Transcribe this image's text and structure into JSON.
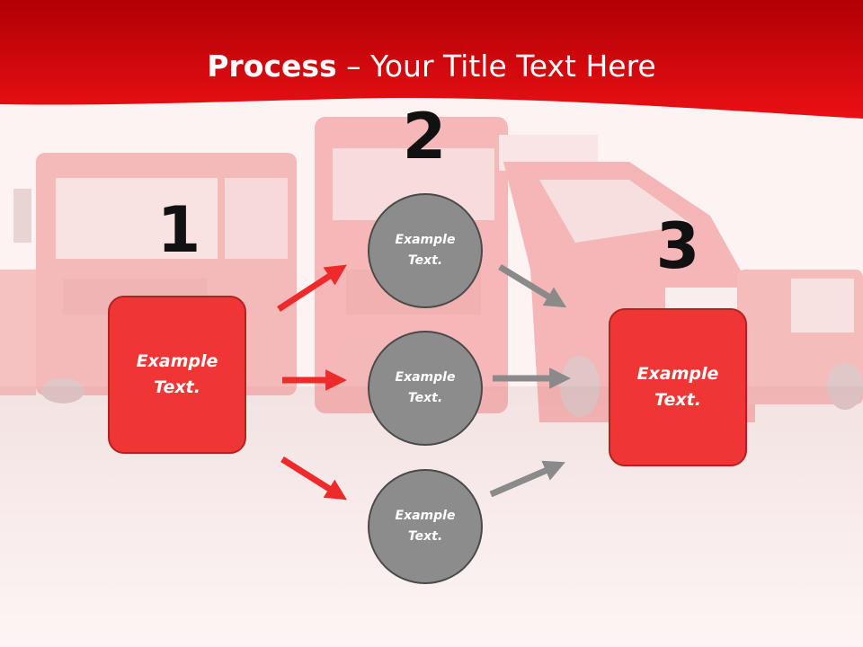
{
  "title": {
    "bold": "Process",
    "rest": " – Your Title Text Here"
  },
  "steps": {
    "one": "1",
    "two": "2",
    "three": "3"
  },
  "boxes": {
    "left": "Example Text.",
    "right": "Example Text."
  },
  "circles": {
    "top": "Example Text.",
    "middle": "Example Text.",
    "bottom": "Example Text."
  },
  "colors": {
    "banner": "#e4090d",
    "box": "#f03535",
    "circle": "#8c8c8c",
    "red_arrow": "#ee2a2a",
    "gray_arrow": "#8a8a8a"
  }
}
